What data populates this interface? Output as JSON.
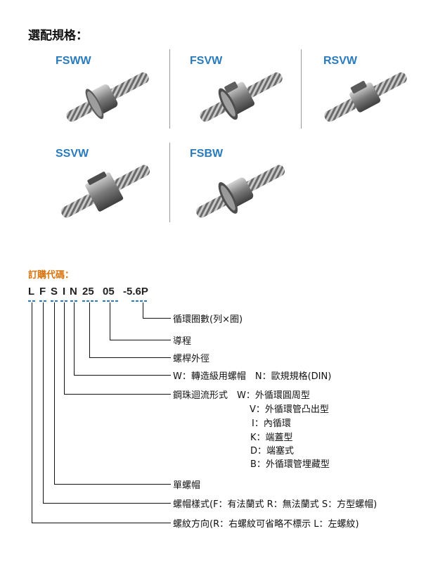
{
  "page": {
    "title": "選配規格："
  },
  "products": [
    {
      "label": "FSWW",
      "icon": "ball-screw-flange-image"
    },
    {
      "label": "FSVW",
      "icon": "ball-screw-flange-image"
    },
    {
      "label": "RSVW",
      "icon": "ball-screw-round-image"
    },
    {
      "label": "SSVW",
      "icon": "ball-screw-square-image"
    },
    {
      "label": "FSBW",
      "icon": "ball-screw-flange-image"
    }
  ],
  "ordering": {
    "title": "訂購代碼：",
    "code_chars": [
      "L",
      "F",
      "S",
      "I",
      "N",
      "25",
      "05",
      "-5.6P"
    ],
    "descriptions": {
      "circuits": "循環圈數(列×圈)",
      "lead": "導程",
      "diameter": "螺桿外徑",
      "class": "W：轉造級用螺帽　N：歐規規格(DIN)",
      "recirc_head": "鋼珠迴流形式　W：外循環圓周型",
      "recirc_v": "V：外循環管凸出型",
      "recirc_i": "I：內循環",
      "recirc_k": "K：端蓋型",
      "recirc_d": "D：端塞式",
      "recirc_b": "B：外循環管埋藏型",
      "single_nut": "單螺帽",
      "nut_style": "螺帽樣式(F：有法蘭式 R：無法蘭式 S：方型螺帽)",
      "thread_dir": "螺紋方向(R：右螺紋可省略不標示 L：左螺紋)"
    }
  }
}
